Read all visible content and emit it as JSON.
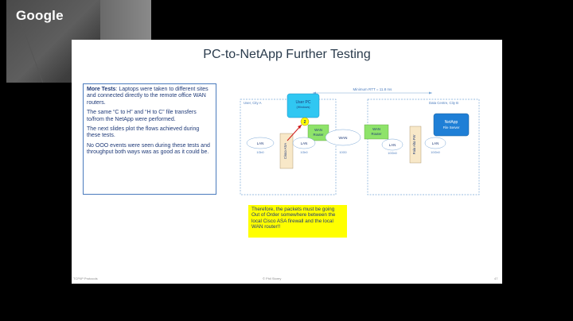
{
  "camera": {
    "logo": "Google"
  },
  "slide": {
    "title": "PC-to-NetApp Further Testing",
    "notes": {
      "heading": "More Tests",
      "para1": ":  Laptops were taken to different sites and connected directly to the remote office WAN routers.",
      "para2": "The same “C to H” and “H to C” file transfers to/from the NetApp were performed.",
      "para3": "The next slides plot the flows achieved during these tests.",
      "para4": "No OOO events were seen during these tests and throughput both ways was as good as it could be."
    },
    "callout": "Therefore, the packets must be going Out of Order somewhere between the local Cisco ASA firewall and the local WAN router!!",
    "footer": {
      "left": "TCP/IP Protocols",
      "middle": "© Phil Storey",
      "right": "47"
    },
    "diagram": {
      "rtt_label": "Minimum RTT = 11.8 ms",
      "user_city": "User, City A",
      "dc_city": "Data Centre, City B",
      "user_pc": "User PC",
      "user_pc_sub": "(Windows)",
      "marker": "2",
      "wan_router_left": "WAN Router",
      "wan_router_right": "WAN Router",
      "wan": "WAN",
      "wan_speed": "10G0",
      "lan_left": "LAN",
      "lan_left_speed": "1Gb0",
      "lan_mid": "LAN",
      "lan_mid_speed": "1Gb0",
      "lan_right1": "LAN",
      "lan_right1_speed": "10Gb0",
      "lan_right2": "LAN",
      "lan_right2_speed": "10Gb0",
      "cisco_asa": "Cisco ASA",
      "palo_alto": "Palo Alto FW",
      "netapp": "NetApp",
      "netapp_sub": "File Server"
    }
  }
}
